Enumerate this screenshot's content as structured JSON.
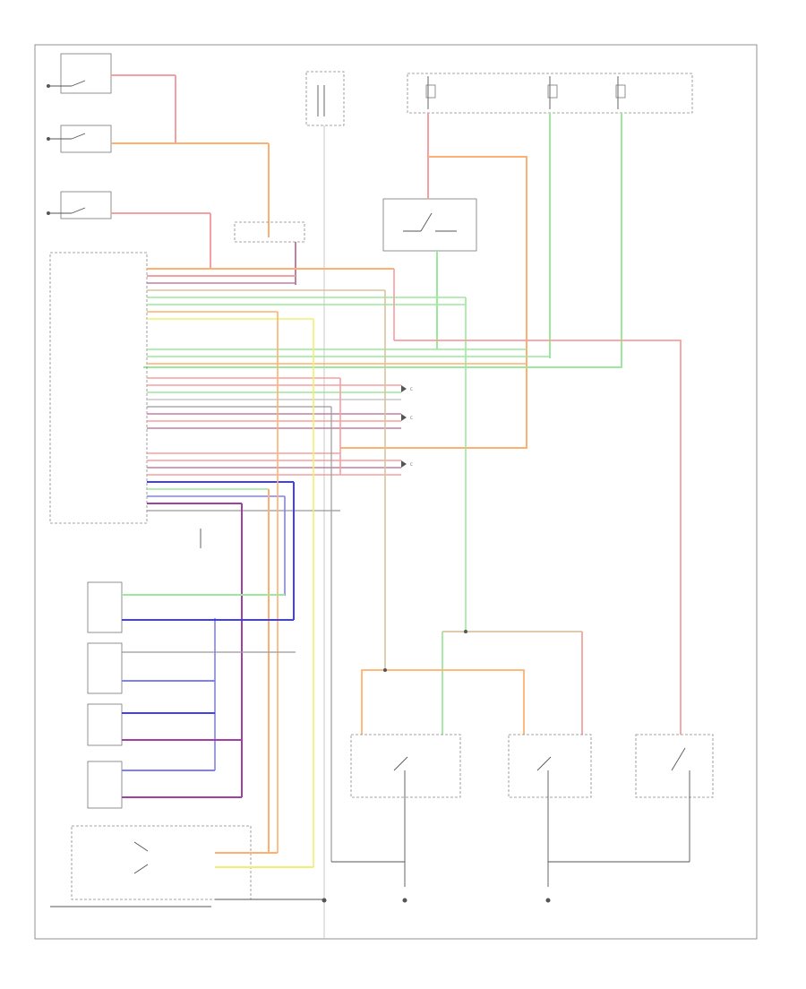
{
  "diagram": {
    "corner_code": "",
    "connectors": [
      {
        "text": "C"
      },
      {
        "text": "C"
      },
      {
        "text": "C"
      }
    ]
  }
}
